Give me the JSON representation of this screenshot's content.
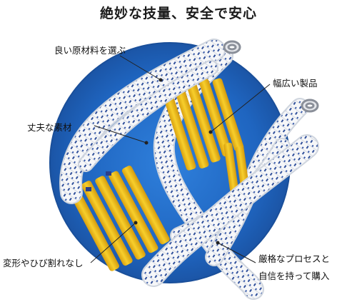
{
  "title": "絶妙な技量、安全で安心",
  "colors": {
    "background_circle": "#1f5fb5",
    "circle_inner": "#2a76d2",
    "ladder_rung": "#f3c21b",
    "rung_shadow": "#c9930c",
    "rope": "#f4f6f8",
    "rope_pattern": "#2f4f9a",
    "rung_cap": "#2b3f8a"
  },
  "callouts": {
    "material": "良い原材料を選ぶ",
    "wide": "幅広い製品",
    "sturdy": "丈夫な素材",
    "no_crack": "変形やひび割れなし",
    "process_line1": "厳格なプロセスと",
    "process_line2": "自信を持って購入"
  }
}
